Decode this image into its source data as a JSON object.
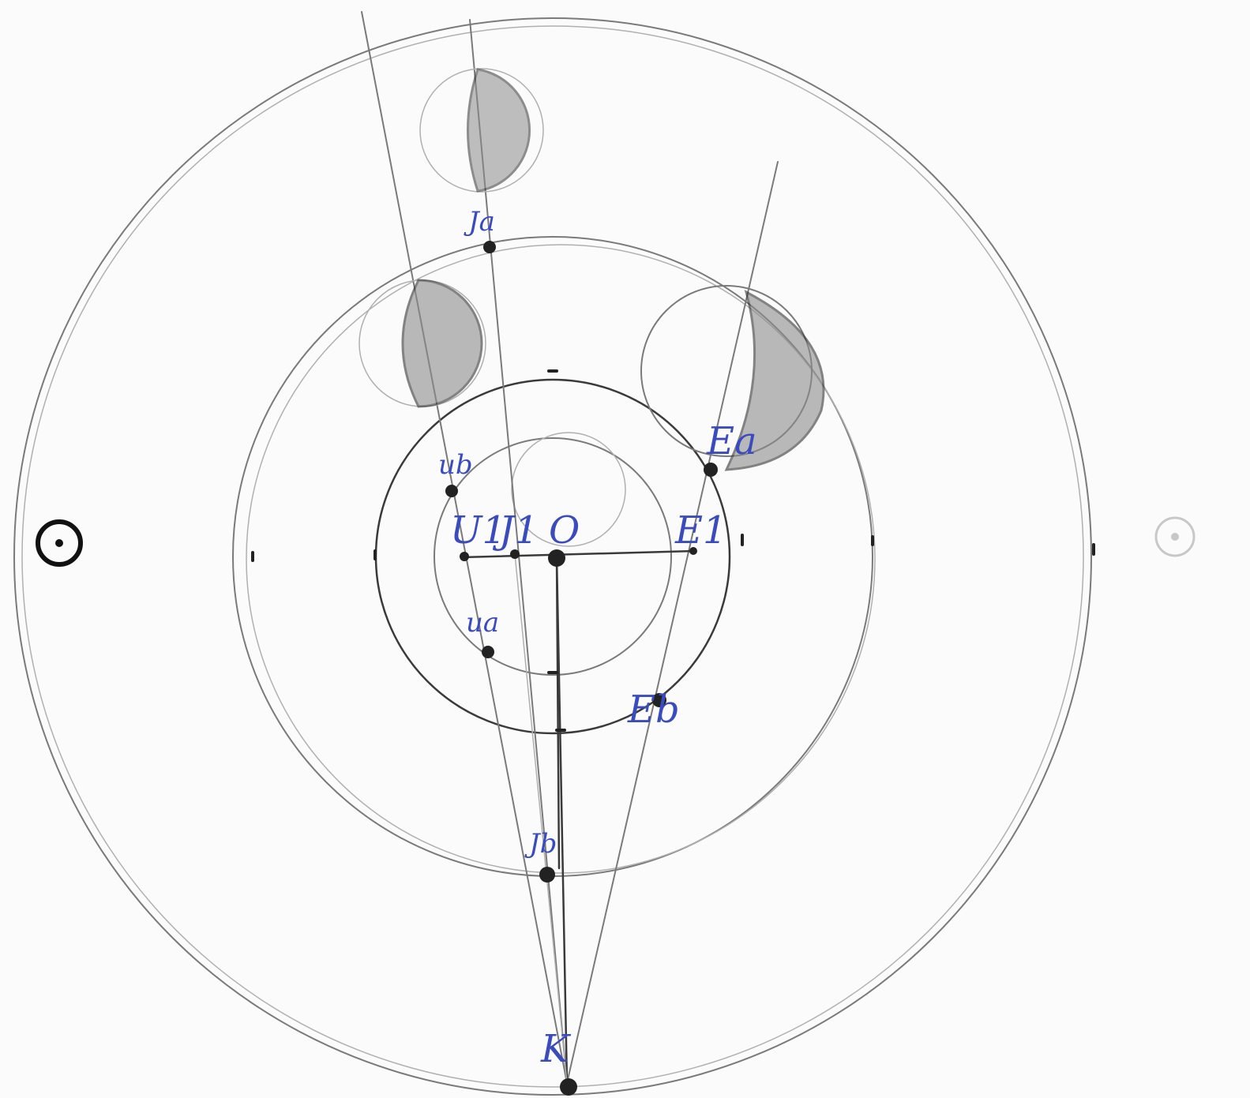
{
  "colors": {
    "paper": "#fbfbfb",
    "pencil": "#7a7a7a",
    "pencil_dark": "#3a3a3a",
    "ink_blue": "#3a4bbd",
    "shading": "#8c8c8c"
  },
  "labels": {
    "jupiter_a": "Ja",
    "jupiter_b": "Jb",
    "jupiter_1": "J1",
    "uranus_a": "ua",
    "uranus_b": "ub",
    "uranus_1": "U1",
    "earth_a": "Ea",
    "earth_b": "Eb",
    "earth_1": "E1",
    "center": "O",
    "observer": "K"
  },
  "icons": {
    "sun_left": "sun-symbol-icon",
    "sun_right": "sun-symbol-icon"
  }
}
